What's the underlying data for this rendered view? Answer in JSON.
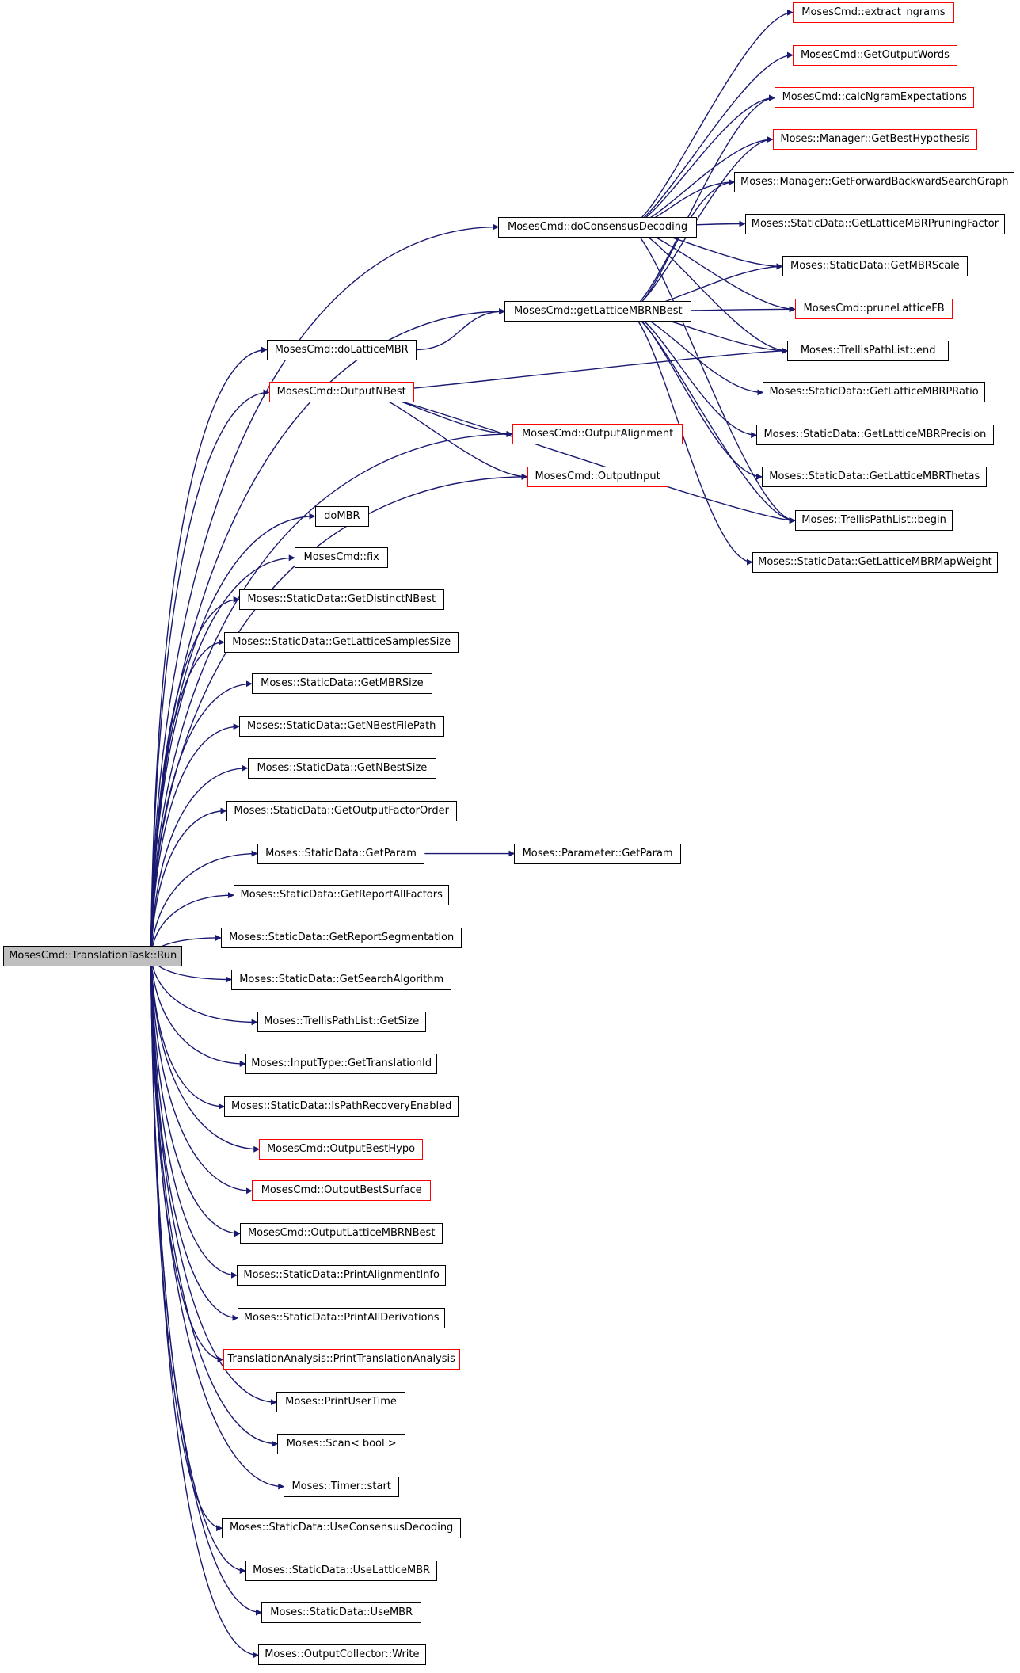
{
  "colors": {
    "edge": "#191970",
    "node_border": "#000000",
    "link_border_red": "#ff0000",
    "root_fill": "#bfbfbf",
    "background": "#ffffff"
  },
  "nodes": {
    "root": "MosesCmd::TranslationTask::Run",
    "doConsensusDecoding": "MosesCmd::doConsensusDecoding",
    "getLatticeMBRNBest": "MosesCmd::getLatticeMBRNBest",
    "doLatticeMBR": "MosesCmd::doLatticeMBR",
    "OutputNBest": "MosesCmd::OutputNBest",
    "OutputAlignment": "MosesCmd::OutputAlignment",
    "OutputInput": "MosesCmd::OutputInput",
    "doMBR": "doMBR",
    "fix": "MosesCmd::fix",
    "GetDistinctNBest": "Moses::StaticData::GetDistinctNBest",
    "GetLatticeSamplesSize": "Moses::StaticData::GetLatticeSamplesSize",
    "GetMBRSize": "Moses::StaticData::GetMBRSize",
    "GetNBestFilePath": "Moses::StaticData::GetNBestFilePath",
    "GetNBestSize": "Moses::StaticData::GetNBestSize",
    "GetOutputFactorOrder": "Moses::StaticData::GetOutputFactorOrder",
    "GetParam": "Moses::StaticData::GetParam",
    "ParameterGetParam": "Moses::Parameter::GetParam",
    "GetReportAllFactors": "Moses::StaticData::GetReportAllFactors",
    "GetReportSegmentation": "Moses::StaticData::GetReportSegmentation",
    "GetSearchAlgorithm": "Moses::StaticData::GetSearchAlgorithm",
    "GetSize": "Moses::TrellisPathList::GetSize",
    "GetTranslationId": "Moses::InputType::GetTranslationId",
    "IsPathRecoveryEnabled": "Moses::StaticData::IsPathRecoveryEnabled",
    "OutputBestHypo": "MosesCmd::OutputBestHypo",
    "OutputBestSurface": "MosesCmd::OutputBestSurface",
    "OutputLatticeMBRNBest": "MosesCmd::OutputLatticeMBRNBest",
    "PrintAlignmentInfo": "Moses::StaticData::PrintAlignmentInfo",
    "PrintAllDerivations": "Moses::StaticData::PrintAllDerivations",
    "PrintTranslationAnalysis": "TranslationAnalysis::PrintTranslationAnalysis",
    "PrintUserTime": "Moses::PrintUserTime",
    "ScanBool": "Moses::Scan< bool >",
    "TimerStart": "Moses::Timer::start",
    "UseConsensusDecoding": "Moses::StaticData::UseConsensusDecoding",
    "UseLatticeMBR": "Moses::StaticData::UseLatticeMBR",
    "UseMBR": "Moses::StaticData::UseMBR",
    "Write": "Moses::OutputCollector::Write",
    "extract_ngrams": "MosesCmd::extract_ngrams",
    "GetOutputWords": "MosesCmd::GetOutputWords",
    "calcNgramExpectations": "MosesCmd::calcNgramExpectations",
    "GetBestHypothesis": "Moses::Manager::GetBestHypothesis",
    "GetForwardBackwardSearchGraph": "Moses::Manager::GetForwardBackwardSearchGraph",
    "GetLatticeMBRPruningFactor": "Moses::StaticData::GetLatticeMBRPruningFactor",
    "GetMBRScale": "Moses::StaticData::GetMBRScale",
    "pruneLatticeFB": "MosesCmd::pruneLatticeFB",
    "TrellisEnd": "Moses::TrellisPathList::end",
    "GetLatticeMBRPRatio": "Moses::StaticData::GetLatticeMBRPRatio",
    "GetLatticeMBRPrecision": "Moses::StaticData::GetLatticeMBRPrecision",
    "GetLatticeMBRThetas": "Moses::StaticData::GetLatticeMBRThetas",
    "TrellisBegin": "Moses::TrellisPathList::begin",
    "GetLatticeMBRMapWeight": "Moses::StaticData::GetLatticeMBRMapWeight"
  }
}
